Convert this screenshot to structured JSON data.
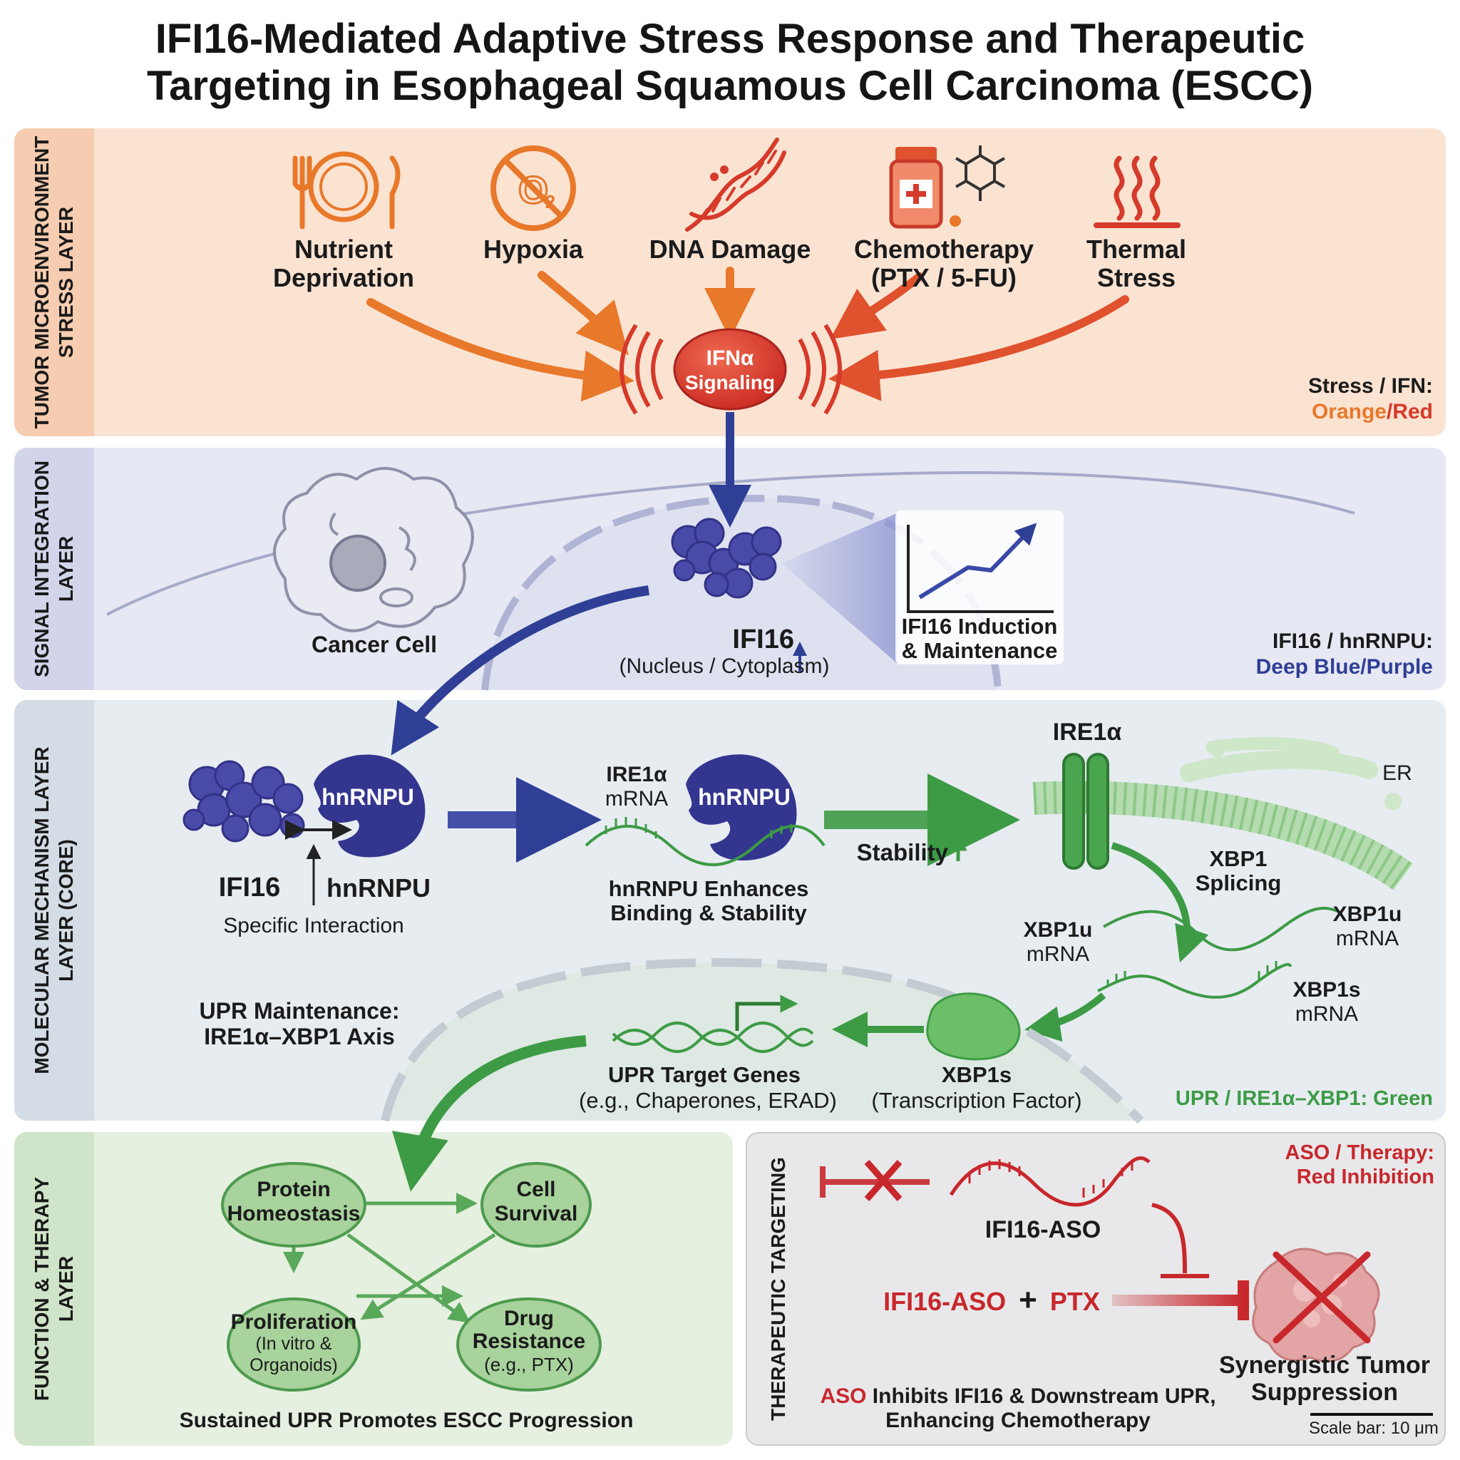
{
  "title": {
    "line1": "IFI16-Mediated Adaptive Stress Response and Therapeutic",
    "line2": "Targeting in Esophageal Squamous Cell Carcinoma (ESCC)"
  },
  "layers": {
    "stress": {
      "label_line1": "TUMOR MICROENVIRONMENT",
      "label_line2": "STRESS LAYER",
      "stressors": {
        "nutrient": {
          "line1": "Nutrient",
          "line2": "Deprivation",
          "icon": "fork-plate-knife-icon"
        },
        "hypoxia": {
          "line1": "Hypoxia",
          "icon": "no-oxygen-icon"
        },
        "dna": {
          "line1": "DNA Damage",
          "icon": "dna-icon"
        },
        "chemo": {
          "line1": "Chemotherapy",
          "line2": "(PTX / 5-FU)",
          "icon": "drug-bottle-icon"
        },
        "thermal": {
          "line1": "Thermal",
          "line2": "Stress",
          "icon": "heat-waves-icon"
        }
      },
      "hub": {
        "line1": "IFNα",
        "line2": "Signaling"
      },
      "legend": {
        "line1": "Stress / IFN:",
        "orange": "Orange",
        "slash": "/",
        "red": "Red"
      }
    },
    "integration": {
      "label_line1": "SIGNAL INTEGRATION",
      "label_line2": "LAYER",
      "cancer_cell": "Cancer Cell",
      "ifi16": "IFI16",
      "ifi16_location": "(Nucleus / Cytoplasm)",
      "inset_line1": "IFI16 Induction",
      "inset_line2": "& Maintenance",
      "legend_line1": "IFI16 / hnRNPU:",
      "legend_line2": "Deep Blue/Purple"
    },
    "mechanism": {
      "label_line1": "MOLECULAR MECHANISM LAYER",
      "label_line2": "LAYER (CORE)",
      "hnrnpu_bubble": "hnRNPU",
      "ifi16": "IFI16",
      "hnrnpu": "hnRNPU",
      "specific_interaction": "Specific Interaction",
      "ire1a_mrna_line1": "IRE1α",
      "ire1a_mrna_line2": "mRNA",
      "hnrnpu_bubble2": "hnRNPU",
      "enhances_line1": "hnRNPU Enhances",
      "enhances_line2": "Binding & Stability",
      "stability": "Stability",
      "ire1a": "IRE1α",
      "er": "ER",
      "xbp1_splicing_line1": "XBP1",
      "xbp1_splicing_line2": "Splicing",
      "xbp1u_left_line1": "XBP1u",
      "xbp1u_left_line2": "mRNA",
      "xbp1u_right_line1": "XBP1u",
      "xbp1u_right_line2": "mRNA",
      "xbp1s_mrna_line1": "XBP1s",
      "xbp1s_mrna_line2": "mRNA",
      "upr_maint_line1": "UPR Maintenance:",
      "upr_maint_line2": "IRE1α–XBP1 Axis",
      "target_genes_line1": "UPR Target Genes",
      "target_genes_line2": "(e.g., Chaperones, ERAD)",
      "xbp1s_line1": "XBP1s",
      "xbp1s_line2": "(Transcription Factor)",
      "legend": "UPR / IRE1α–XBP1: Green"
    },
    "function": {
      "label_line1": "FUNCTION & THERAPY",
      "label_line2": "LAYER",
      "nodes": {
        "protein": {
          "line1": "Protein",
          "line2": "Homeostasis"
        },
        "survival": {
          "line1": "Cell",
          "line2": "Survival"
        },
        "proliferation": {
          "line1": "Proliferation",
          "line2": "(In vitro &",
          "line3": "Organoids)"
        },
        "resistance": {
          "line1": "Drug",
          "line2": "Resistance",
          "line3": "(e.g., PTX)"
        }
      },
      "caption": "Sustained UPR Promotes ESCC Progression"
    },
    "therapy": {
      "label": "THERAPEUTIC TARGETING",
      "legend_line1": "ASO / Therapy:",
      "legend_line2": "Red Inhibition",
      "aso": "IFI16-ASO",
      "combo_aso": "IFI16-ASO",
      "combo_plus": "+",
      "combo_ptx": "PTX",
      "outcome_line1": "Synergistic Tumor",
      "outcome_line2": "Suppression",
      "note_aso": "ASO",
      "note_rest": "Inhibits IFI16 & Downstream UPR,",
      "note_line2": "Enhancing Chemotherapy",
      "scale_bar": "Scale bar: 10 μm"
    }
  },
  "colors": {
    "stress_bg": "#fbe3d2",
    "stress_side": "#f6cdb0",
    "integration_bg": "#e6e8f3",
    "integration_side": "#d2d5ea",
    "mechanism_bg": "#e7ecf1",
    "mechanism_side": "#d4dde5",
    "function_bg": "#e5f0e0",
    "function_side": "#cfe4c8",
    "therapy_bg": "#e8e8ea",
    "orange": "#e8782a",
    "red": "#d63a2a",
    "blue": "#2f3f96",
    "purple": "#4a4aa8",
    "green": "#3d9b45",
    "therapy_red": "#c8272c"
  }
}
